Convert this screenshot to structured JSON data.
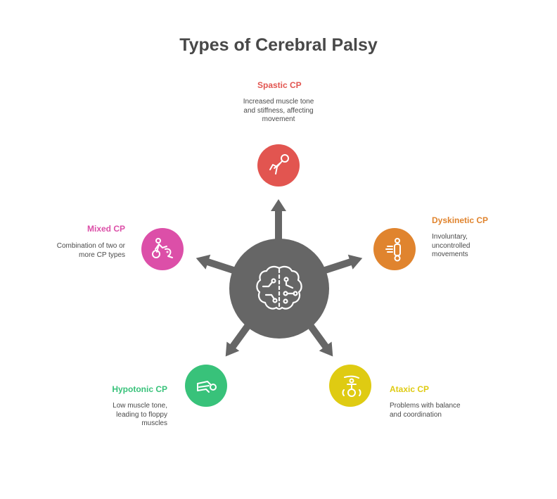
{
  "title": "Types of Cerebral Palsy",
  "center": {
    "icon": "brain-icon",
    "color": "#666666"
  },
  "types": [
    {
      "id": "spastic",
      "label": "Spastic CP",
      "desc": [
        "Increased muscle tone",
        "and stiffness, affecting",
        "movement"
      ],
      "color": "#e25550",
      "icon": "stiff-arm-icon"
    },
    {
      "id": "dyskinetic",
      "label": "Dyskinetic CP",
      "desc": [
        "Involuntary,",
        "uncontrolled",
        "movements"
      ],
      "color": "#e0842e",
      "icon": "moving-limb-icon"
    },
    {
      "id": "ataxic",
      "label": "Ataxic CP",
      "desc": [
        "Problems with balance",
        "and coordination"
      ],
      "color": "#dfcb12",
      "icon": "balance-icon"
    },
    {
      "id": "hypotonic",
      "label": "Hypotonic CP",
      "desc": [
        "Low muscle tone,",
        "leading to floppy",
        "muscles"
      ],
      "color": "#38c27a",
      "icon": "floppy-body-icon"
    },
    {
      "id": "mixed",
      "label": "Mixed CP",
      "desc": [
        "Combination of two or",
        "more CP types"
      ],
      "color": "#dc4fa8",
      "icon": "cyclist-icon"
    }
  ]
}
